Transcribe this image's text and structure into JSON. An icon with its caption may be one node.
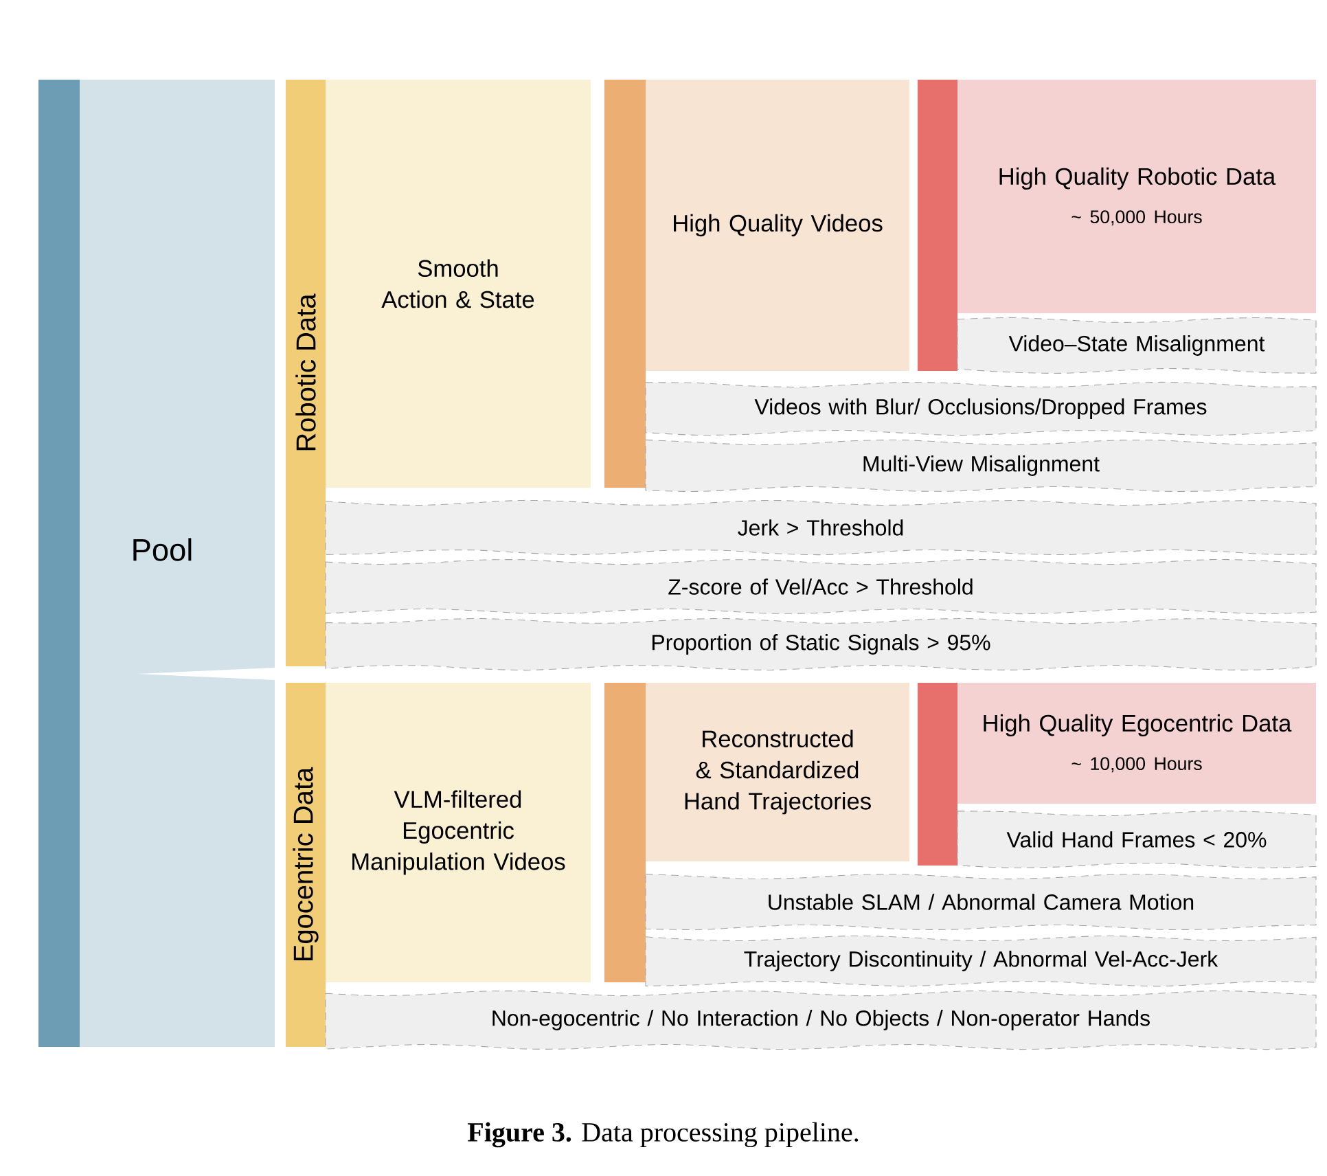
{
  "diagram": {
    "caption": "**Figure 3.** Data processing pipeline.",
    "nodes": [
      {
        "text": [
          "Pool"
        ]
      },
      {
        "text": [
          "Robotic Data"
        ]
      },
      {
        "text": [
          "Smooth Action & State"
        ]
      },
      {
        "text": [
          "High Quality Videos"
        ]
      },
      {
        "text": [
          "High Quality Robotic Data",
          "~ 50,000 Hours"
        ]
      },
      {
        "text": [
          "Video–State Misalignment"
        ]
      },
      {
        "text": [
          "Videos with Blur/ Occlusions/Dropped Frames"
        ]
      },
      {
        "text": [
          "Multi-View Misalignment"
        ]
      },
      {
        "text": [
          "Jerk > Threshold"
        ]
      },
      {
        "text": [
          "Z-score of Vel/Acc > Threshold"
        ]
      },
      {
        "text": [
          "Proportion of Static Signals > 95%"
        ]
      },
      {
        "text": [
          "Egocentric Data"
        ]
      },
      {
        "text": [
          "VLM-filtered Egocentric Manipulation Videos"
        ]
      },
      {
        "text": [
          "Reconstructed & Standardized Hand Trajectories"
        ]
      },
      {
        "text": [
          "High Quality Egocentric Data",
          "~ 10,000 Hours"
        ]
      },
      {
        "text": [
          "Valid Hand Frames < 20%"
        ]
      },
      {
        "text": [
          "Unstable SLAM / Abnormal Camera Motion"
        ]
      },
      {
        "text": [
          "Trajectory Discontinuity / Abnormal Vel-Acc-Jerk"
        ]
      },
      {
        "text": [
          "Non-egocentric / No Interaction / No Objects / Non-operator Hands"
        ]
      }
    ]
  }
}
